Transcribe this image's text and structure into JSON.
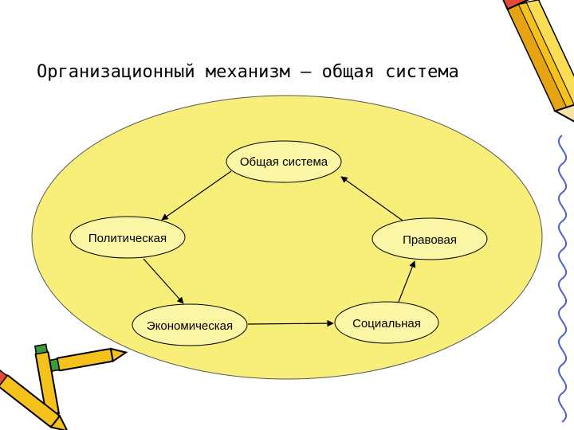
{
  "slide": {
    "title": "Организационный механизм – общая система"
  },
  "diagram": {
    "nodes": {
      "general": "Общая система",
      "political": "Политическая",
      "legal": "Правовая",
      "economic": "Экономическая",
      "social": "Социальная"
    },
    "colors": {
      "big_ellipse_fill": "#f7ef7a",
      "node_fill": "#fbf5a6",
      "stroke": "#000000"
    },
    "decorations": [
      "pencil-icon",
      "crayons-icon",
      "wavy-line"
    ]
  }
}
